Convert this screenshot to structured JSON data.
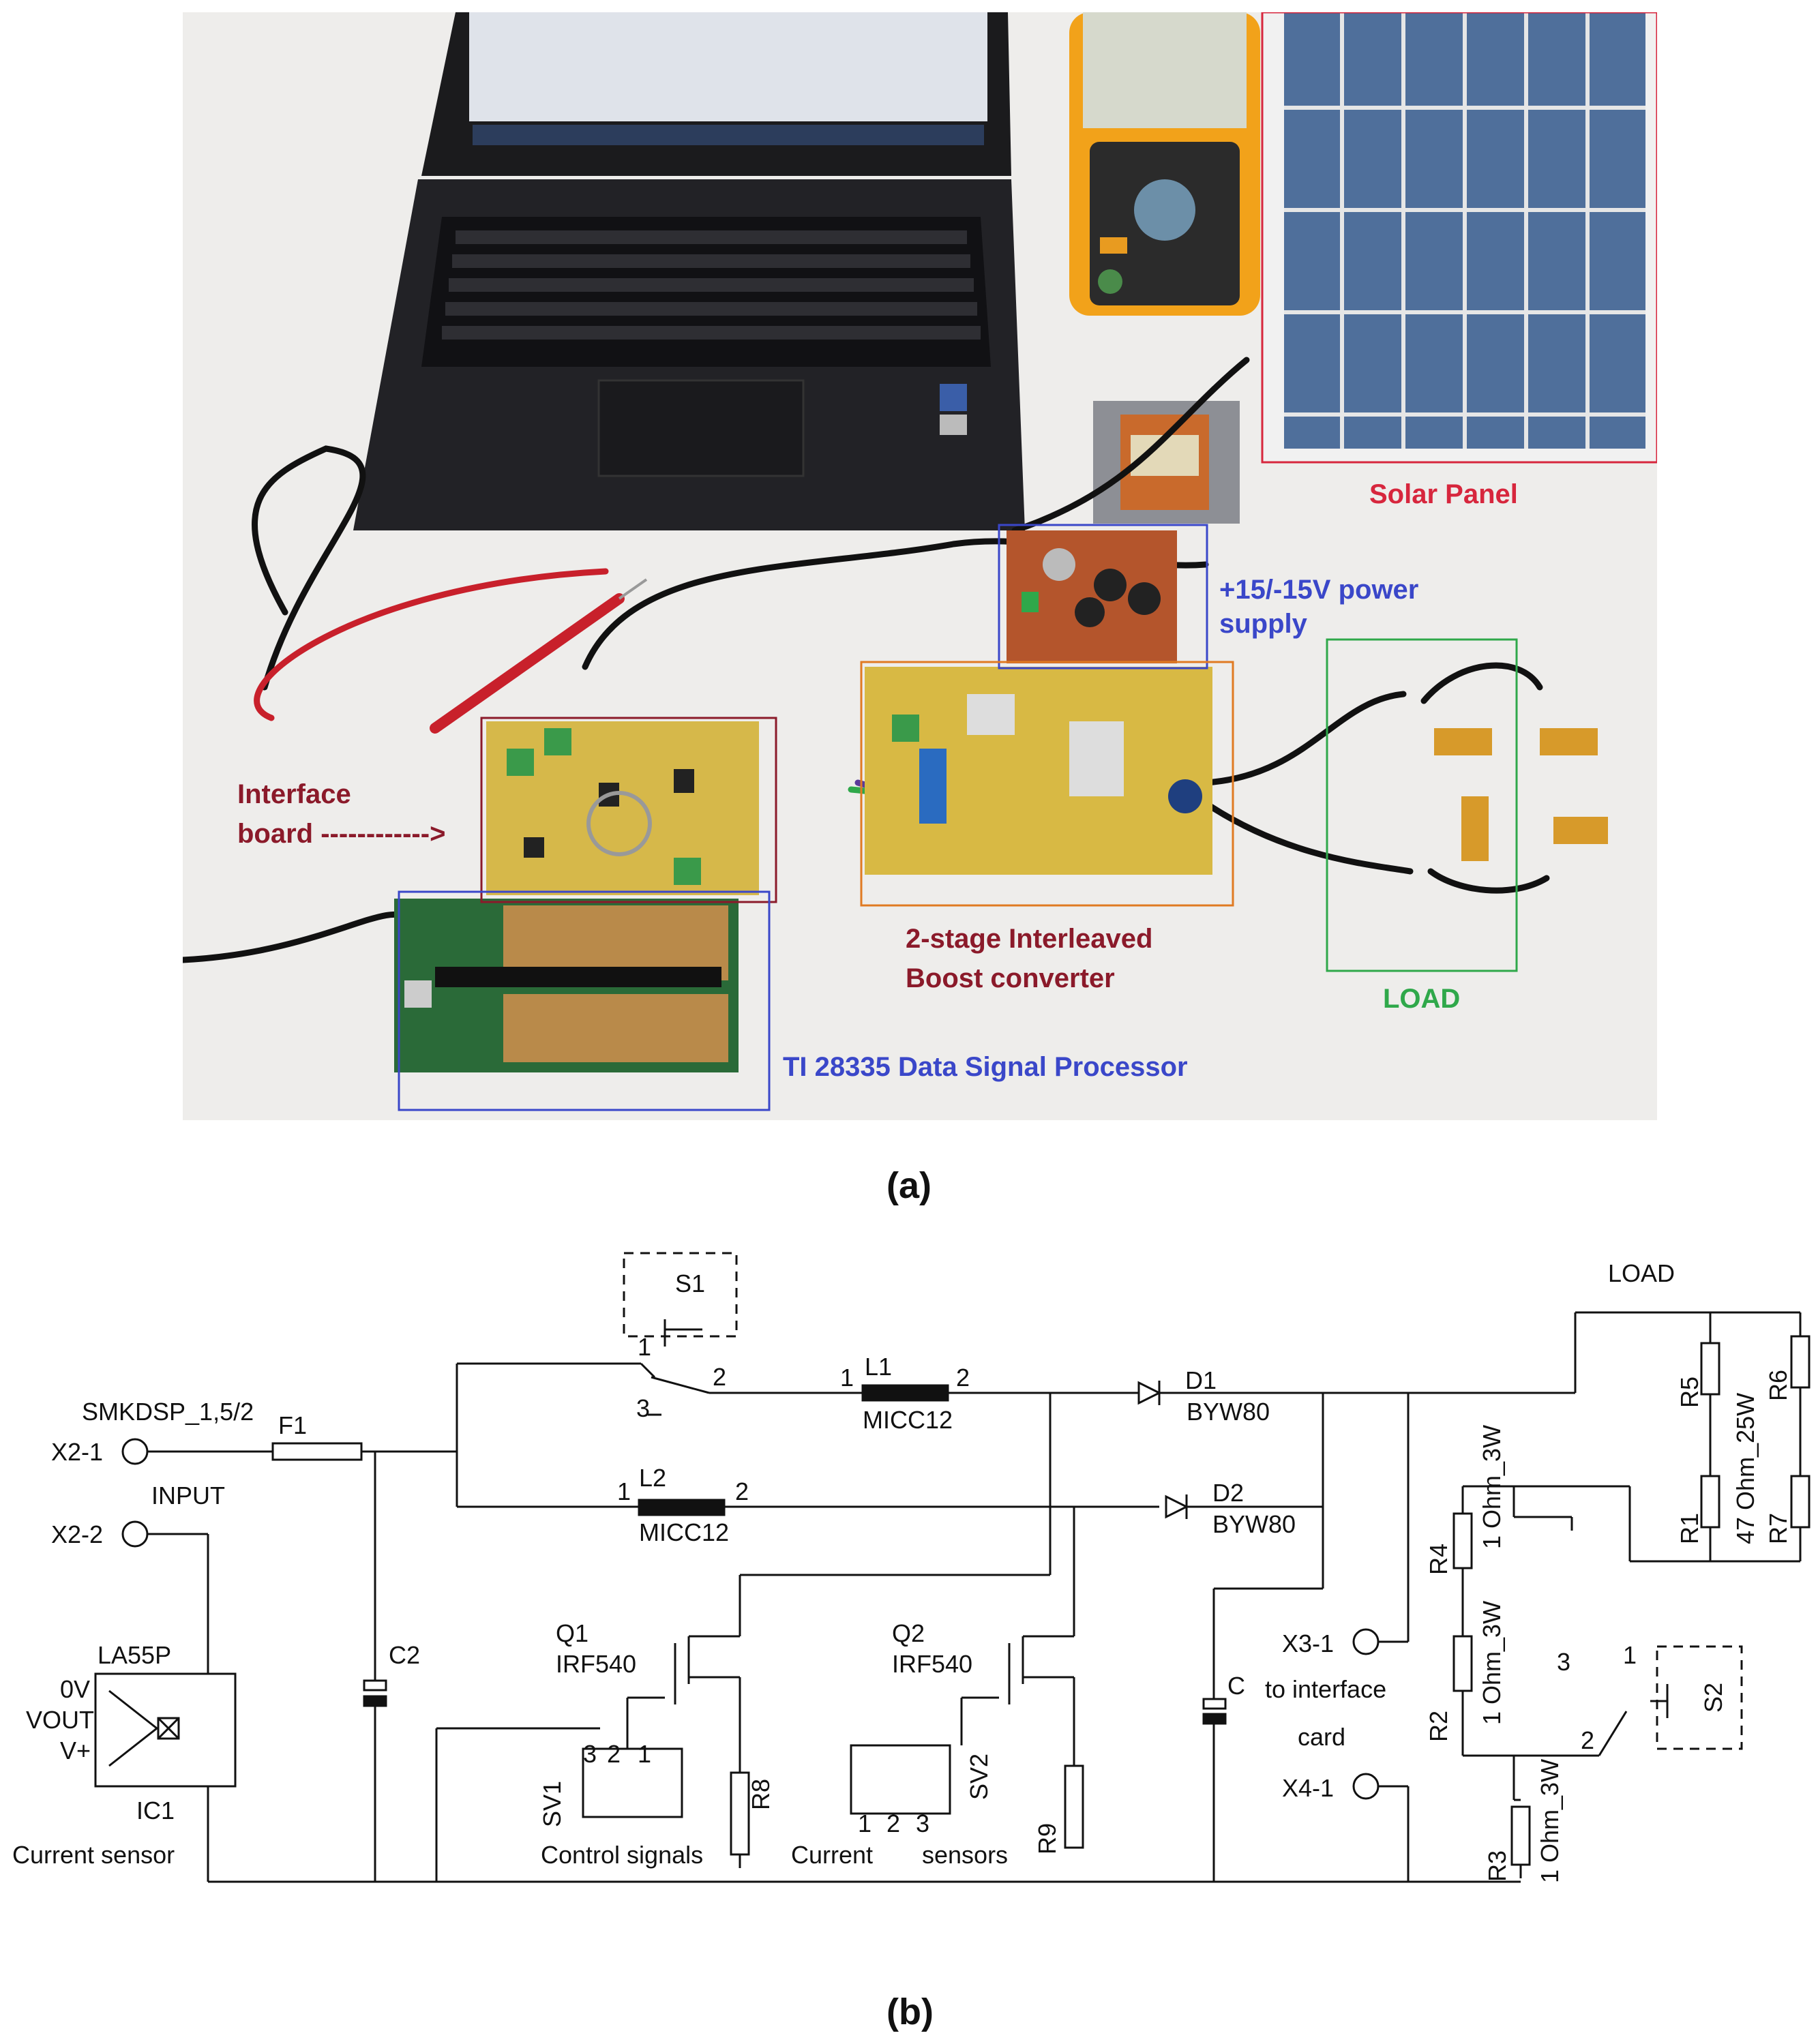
{
  "photo": {
    "labels": {
      "solar_panel": "Solar Panel",
      "power_supply_l1": "+15/-15V power",
      "power_supply_l2": "supply",
      "interface_l1": "Interface",
      "interface_l2": "board ------------>",
      "converter_l1": "2-stage Interleaved",
      "converter_l2": "Boost converter",
      "load": "LOAD",
      "dsp": "TI 28335 Data Signal Processor"
    },
    "colors": {
      "solar": "#d7263d",
      "power_supply": "#3a47c9",
      "interface": "#8b1a2a",
      "converter": "#e07a22",
      "load": "#2fa84a",
      "dsp": "#3a47c9"
    }
  },
  "captions": {
    "a": "(a)",
    "b": "(b)"
  },
  "schematic": {
    "s1": "S1",
    "s2": "S2",
    "load": "LOAD",
    "smkdsp": "SMKDSP_1,5/2",
    "x21": "X2-1",
    "x22": "X2-2",
    "input": "INPUT",
    "f1": "F1",
    "l1": "L1",
    "l1_part": "MICC12",
    "l2": "L2",
    "l2_part": "MICC12",
    "d1": "D1",
    "d1_part": "BYW80",
    "d2": "D2",
    "d2_part": "BYW80",
    "r5": "R5",
    "r6": "R6",
    "r1": "R1",
    "r7": "R7",
    "r_load_val": "47 Ohm_25W",
    "r4": "R4",
    "r2": "R2",
    "r3": "R3",
    "r_val_3w": "1 Ohm_3W",
    "c2": "C2",
    "c": "C",
    "q1": "Q1",
    "q1_part": "IRF540",
    "q2": "Q2",
    "q2_part": "IRF540",
    "sv1": "SV1",
    "sv2": "SV2",
    "r8": "R8",
    "r9": "R9",
    "la55p": "LA55P",
    "ic1": "IC1",
    "pin_0v": "0V",
    "pin_vout": "VOUT",
    "pin_vplus": "V+",
    "current_sensor": "Current sensor",
    "control_signals": "Control signals",
    "current": "Current",
    "sensors": "sensors",
    "x31": "X3-1",
    "x41": "X4-1",
    "interface_card_l1": "to interface",
    "interface_card_l2": "card",
    "pin1": "1",
    "pin2": "2",
    "pin3": "3"
  }
}
